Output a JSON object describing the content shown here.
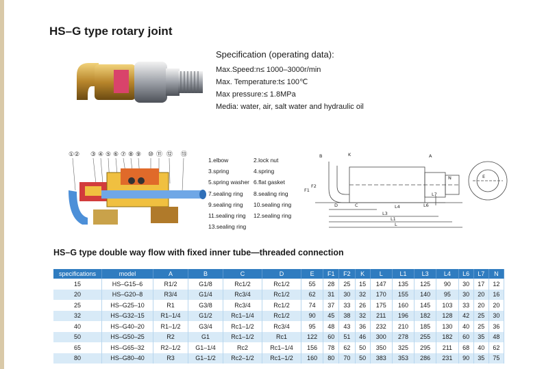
{
  "title": "HS–G type rotary joint",
  "spec": {
    "heading": "Specification (operating data):",
    "lines": [
      "Max.Speed:n≤ 1000–3000r/min",
      "Max. Temperature:t≤ 100℃",
      "Max pressure:≤ 1.8MPa",
      "Media: water, air, salt water and hydraulic oil"
    ]
  },
  "product": {
    "label_text": ""
  },
  "cutaway": {
    "callouts": [
      "①②",
      "③",
      "④",
      "⑤",
      "⑥",
      "⑦",
      "⑧",
      "⑨",
      "⑩",
      "⑪",
      "⑫",
      "⑬"
    ]
  },
  "parts": [
    [
      "1.elbow",
      "2.lock nut"
    ],
    [
      "3.spring",
      "4.spring"
    ],
    [
      "5.spring washer",
      "6.flat gasket"
    ],
    [
      "7.sealing ring",
      "8.sealing ring"
    ],
    [
      "9.sealing ring",
      "10.sealing ring"
    ],
    [
      "11.sealing ring",
      "12.sealing ring"
    ],
    [
      "13.sealing ring",
      ""
    ]
  ],
  "drawing_labels": {
    "B": "B",
    "K": "K",
    "A": "A",
    "F1": "F1",
    "F2": "F2",
    "N": "N",
    "L7": "L7",
    "L6": "L6",
    "L4": "L4",
    "L3": "L3",
    "L1": "L1",
    "L": "L",
    "D": "D",
    "C": "C",
    "E": "E"
  },
  "table_title": "HS–G type double way flow with fixed inner tube—threaded connection",
  "table": {
    "headers": [
      "specifications",
      "model",
      "A",
      "B",
      "C",
      "D",
      "E",
      "F1",
      "F2",
      "K",
      "L",
      "L1",
      "L3",
      "L4",
      "L6",
      "L7",
      "N"
    ],
    "rows": [
      [
        "15",
        "HS–G15–6",
        "R1/2",
        "G1/8",
        "Rc1/2",
        "Rc1/2",
        "55",
        "28",
        "25",
        "15",
        "147",
        "135",
        "125",
        "90",
        "30",
        "17",
        "12"
      ],
      [
        "20",
        "HS–G20–8",
        "R3/4",
        "G1/4",
        "Rc3/4",
        "Rc1/2",
        "62",
        "31",
        "30",
        "32",
        "170",
        "155",
        "140",
        "95",
        "30",
        "20",
        "16"
      ],
      [
        "25",
        "HS–G25–10",
        "R1",
        "G3/8",
        "Rc3/4",
        "Rc1/2",
        "74",
        "37",
        "33",
        "26",
        "175",
        "160",
        "145",
        "103",
        "33",
        "20",
        "20"
      ],
      [
        "32",
        "HS–G32–15",
        "R1–1/4",
        "G1/2",
        "Rc1–1/4",
        "Rc1/2",
        "90",
        "45",
        "38",
        "32",
        "211",
        "196",
        "182",
        "128",
        "42",
        "25",
        "30"
      ],
      [
        "40",
        "HS–G40–20",
        "R1–1/2",
        "G3/4",
        "Rc1–1/2",
        "Rc3/4",
        "95",
        "48",
        "43",
        "36",
        "232",
        "210",
        "185",
        "130",
        "40",
        "25",
        "36"
      ],
      [
        "50",
        "HS–G50–25",
        "R2",
        "G1",
        "Rc1–1/2",
        "Rc1",
        "122",
        "60",
        "51",
        "46",
        "300",
        "278",
        "255",
        "182",
        "60",
        "35",
        "48"
      ],
      [
        "65",
        "HS–G65–32",
        "R2–1/2",
        "G1–1/4",
        "Rc2",
        "Rc1–1/4",
        "156",
        "78",
        "62",
        "50",
        "350",
        "325",
        "295",
        "211",
        "68",
        "40",
        "62"
      ],
      [
        "80",
        "HS–G80–40",
        "R3",
        "G1–1/2",
        "Rc2–1/2",
        "Rc1–1/2",
        "160",
        "80",
        "70",
        "50",
        "383",
        "353",
        "286",
        "231",
        "90",
        "35",
        "75"
      ]
    ]
  },
  "colors": {
    "header_blue": "#2f7cc0",
    "row_light_blue": "#d8eaf7",
    "brass": "#c79a3b",
    "steel": "#b9bcc2"
  }
}
